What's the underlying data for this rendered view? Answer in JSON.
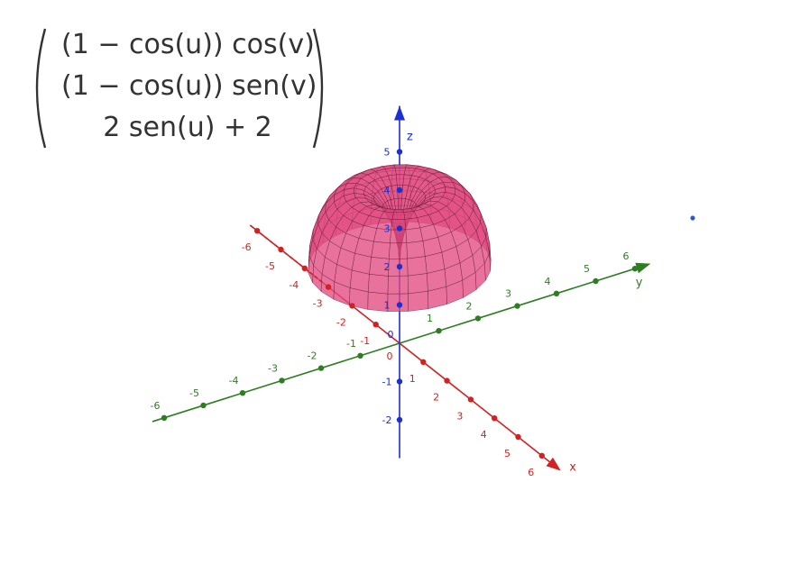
{
  "formula": {
    "rows": [
      "(1 − cos(u))  cos(v)",
      "(1 − cos(u))  sen(v)",
      "2  sen(u) + 2"
    ]
  },
  "axes": {
    "x": {
      "name": "x",
      "color": "#d32020",
      "ticks": [
        -6,
        -5,
        -4,
        -3,
        -2,
        -1,
        0,
        1,
        2,
        3,
        4,
        5,
        6
      ]
    },
    "y": {
      "name": "y",
      "color": "#2e7d22",
      "ticks": [
        -6,
        -5,
        -4,
        -3,
        -2,
        -1,
        1,
        2,
        3,
        4,
        5,
        6
      ]
    },
    "z": {
      "name": "z",
      "color": "#1c2fd0",
      "ticks": [
        -2,
        -1,
        1,
        2,
        3,
        4,
        5
      ]
    }
  },
  "surface": {
    "color": "#e0457a",
    "x": "(1 - cos(u)) cos(v)",
    "y": "(1 - cos(u)) sen(v)",
    "z": "2 sen(u) + 2"
  },
  "colors": {
    "z_axis": "#1c2fd0",
    "x_axis": "#d32020",
    "y_axis": "#2e7d22",
    "surface_fill": "#e24a80",
    "surface_stroke": "#5a1a33",
    "point": "#3355cc"
  }
}
